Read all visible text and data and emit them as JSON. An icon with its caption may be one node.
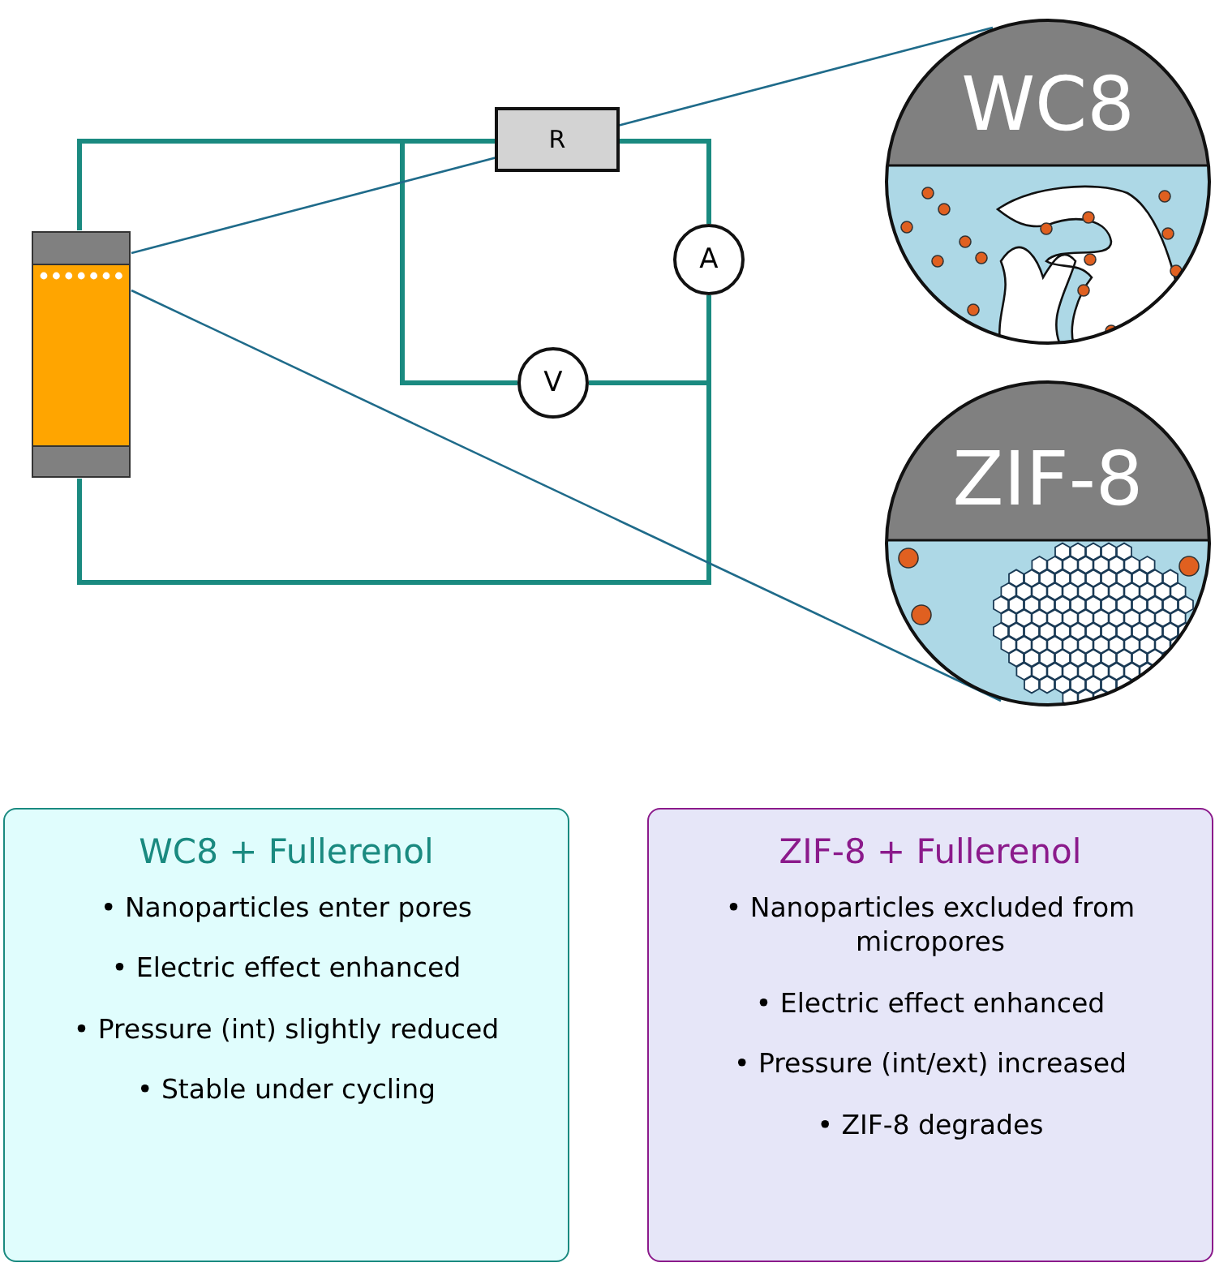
{
  "diagram": {
    "nodes": [
      {
        "text": [],
        "shape": "bar"
      },
      {
        "text": [
          "R"
        ]
      },
      {
        "text": [
          "A"
        ]
      },
      {
        "text": [
          "V"
        ]
      },
      {
        "text": [
          "WC8"
        ]
      },
      {
        "text": [
          "ZIF-8"
        ]
      },
      {
        "text": [
          "WC8 + Fullerenol",
          "• Nanoparticles enter pores",
          "• Electric effect enhanced",
          "• Pressure (int) slightly reduced",
          "• Stable under cycling"
        ]
      },
      {
        "text": [
          "ZIF-8 + Fullerenol",
          "• Nanoparticles excluded from micropores",
          "• Electric effect enhanced",
          "• Pressure (int/ext) increased",
          "• ZIF-8 degrades"
        ]
      }
    ],
    "edges": [
      {
        "from": 0,
        "to": 1,
        "arrow": "none"
      },
      {
        "from": 1,
        "to": 2,
        "arrow": "none"
      },
      {
        "from": 2,
        "to": 0,
        "arrow": "none"
      },
      {
        "from": 0,
        "to": 3,
        "arrow": "none"
      },
      {
        "from": 3,
        "to": 2,
        "arrow": "none"
      },
      {
        "from": 0,
        "to": 4,
        "arrow": "none",
        "color": "#1f6b8a"
      },
      {
        "from": 0,
        "to": 5,
        "arrow": "none",
        "color": "#1f6b8a"
      }
    ]
  }
}
